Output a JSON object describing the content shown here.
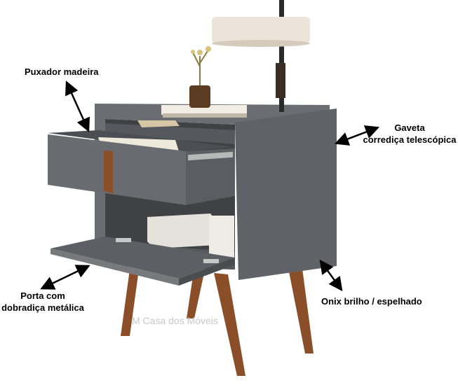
{
  "annotations": {
    "handle": "Puxador madeira",
    "drawer_line1": "Gaveta",
    "drawer_line2": "corrediça telescópica",
    "door_line1": "Porta com",
    "door_line2": "dobradiça metálica",
    "finish": "Onix brilho / espelhado"
  },
  "watermark": "M Casa dos Móveis",
  "colors": {
    "body": "#5f6266",
    "wood": "#8a4f28",
    "shade": "#ece4d8"
  }
}
